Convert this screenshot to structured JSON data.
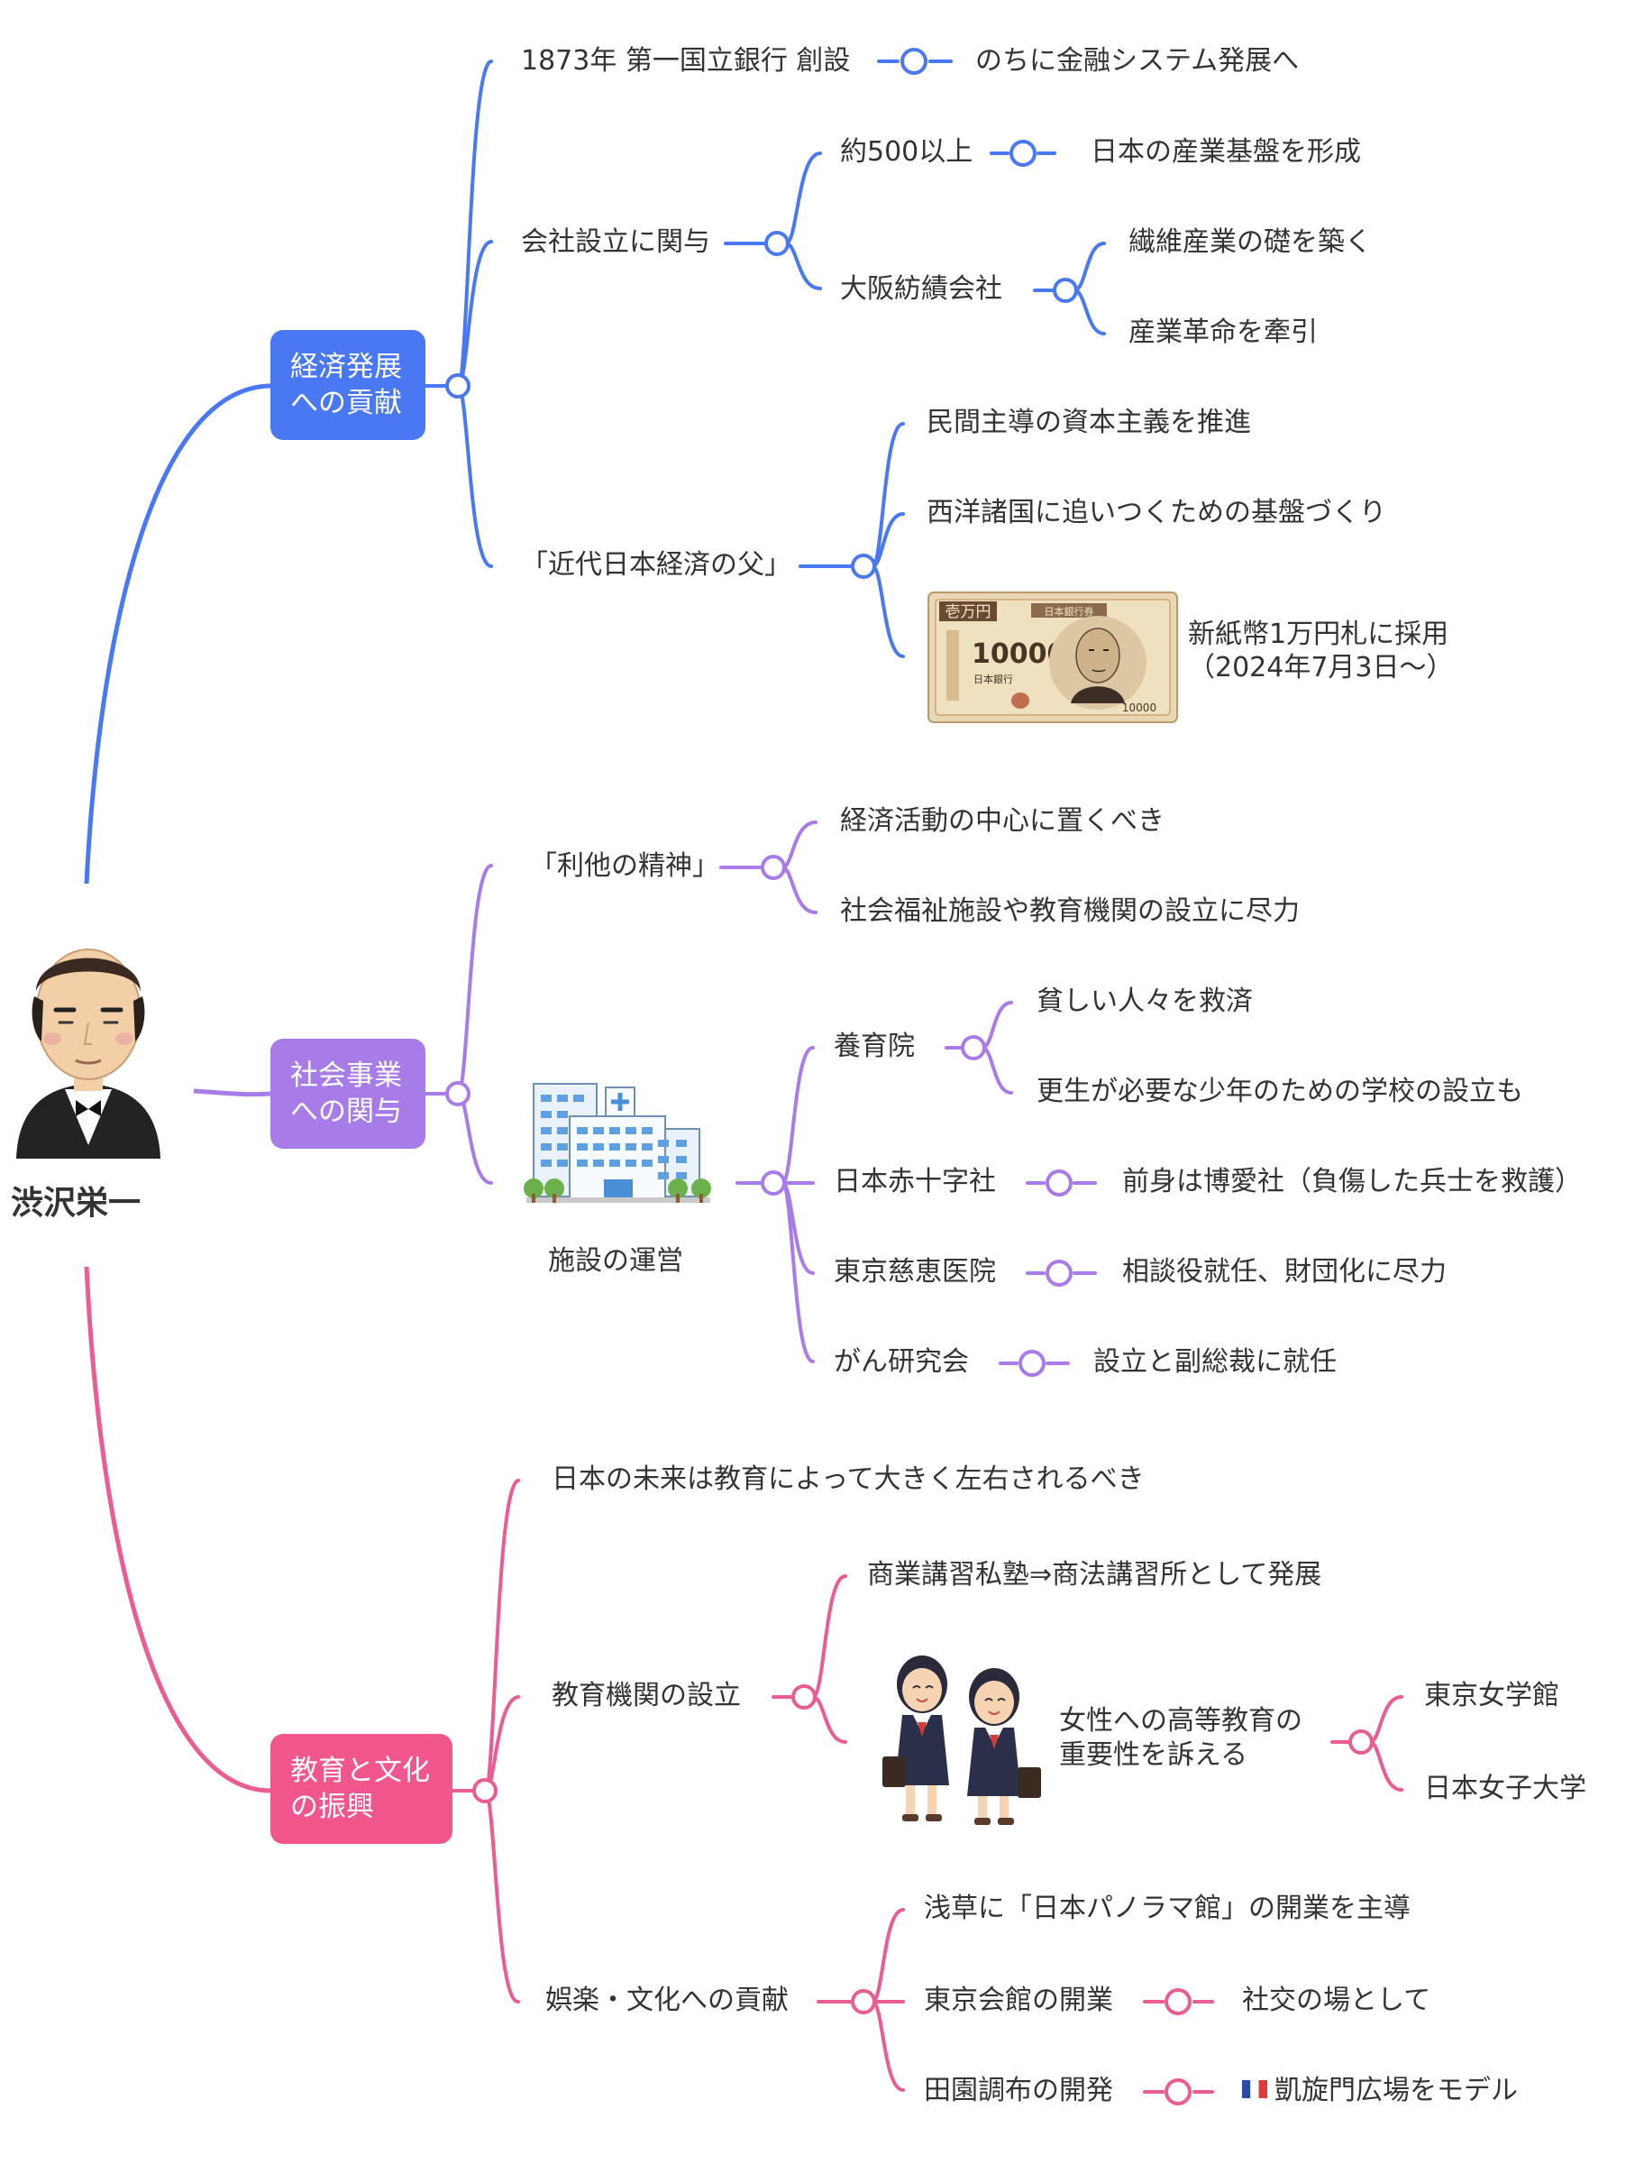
{
  "colors": {
    "economy": "#4a78f2",
    "economy_box": "#4a78f2",
    "social": "#a77ce8",
    "social_box": "#a77ce8",
    "education": "#ea5d92",
    "education_box": "#f0568c",
    "text": "#333333"
  },
  "root": {
    "title": "渋沢栄一",
    "portrait_icon": "shibusawa-portrait-icon"
  },
  "economy": {
    "title": "経済発展\nへの貢献",
    "bank": {
      "label": "1873年 第一国立銀行 創設",
      "child": "のちに金融システム発展へ"
    },
    "companies": {
      "label": "会社設立に関与",
      "count": {
        "label": "約500以上",
        "child": "日本の産業基盤を形成"
      },
      "osaka": {
        "label": "大阪紡績会社",
        "children": [
          "繊維産業の礎を築く",
          "産業革命を牽引"
        ]
      }
    },
    "father": {
      "label": "「近代日本経済の父」",
      "children": [
        "民間主導の資本主義を推進",
        "西洋諸国に追いつくための基盤づくり"
      ],
      "banknote": {
        "icon": "banknote-icon",
        "note_title": "壱万円",
        "note_header": "日本銀行券",
        "note_value": "10000",
        "note_small_value": "10000",
        "note_bank": "日本銀行",
        "caption": "新紙幣1万円札に採用\n（2024年7月3日〜）"
      }
    }
  },
  "social": {
    "title": "社会事業\nへの関与",
    "altruism": {
      "label": "「利他の精神」",
      "children": [
        "経済活動の中心に置くべき",
        "社会福祉施設や教育機関の設立に尽力"
      ]
    },
    "facilities": {
      "label": "施設の運営",
      "icon": "hospital-building-icon",
      "yoikuin": {
        "label": "養育院",
        "children": [
          "貧しい人々を救済",
          "更生が必要な少年のための学校の設立も"
        ]
      },
      "redcross": {
        "label": "日本赤十字社",
        "child": "前身は博愛社（負傷した兵士を救護）"
      },
      "jikei": {
        "label": "東京慈恵医院",
        "child": "相談役就任、財団化に尽力"
      },
      "cancer": {
        "label": "がん研究会",
        "child": "設立と副総裁に就任"
      }
    }
  },
  "education": {
    "title": "教育と文化\nの振興",
    "future": "日本の未来は教育によって大きく左右されるべき",
    "institutions": {
      "label": "教育機関の設立",
      "commerce": "商業講習私塾⇒商法講習所として発展",
      "women": {
        "icon": "schoolgirls-icon",
        "label": "女性への高等教育の\n重要性を訴える",
        "children": [
          "東京女学館",
          "日本女子大学"
        ]
      }
    },
    "culture": {
      "label": "娯楽・文化への貢献",
      "panorama": "浅草に「日本パノラマ館」の開業を主導",
      "kaikan": {
        "label": "東京会館の開業",
        "child": "社交の場として"
      },
      "denen": {
        "label": "田園調布の開発",
        "child": "凱旋門広場をモデル",
        "flag_icon": "france-flag-icon"
      }
    }
  }
}
